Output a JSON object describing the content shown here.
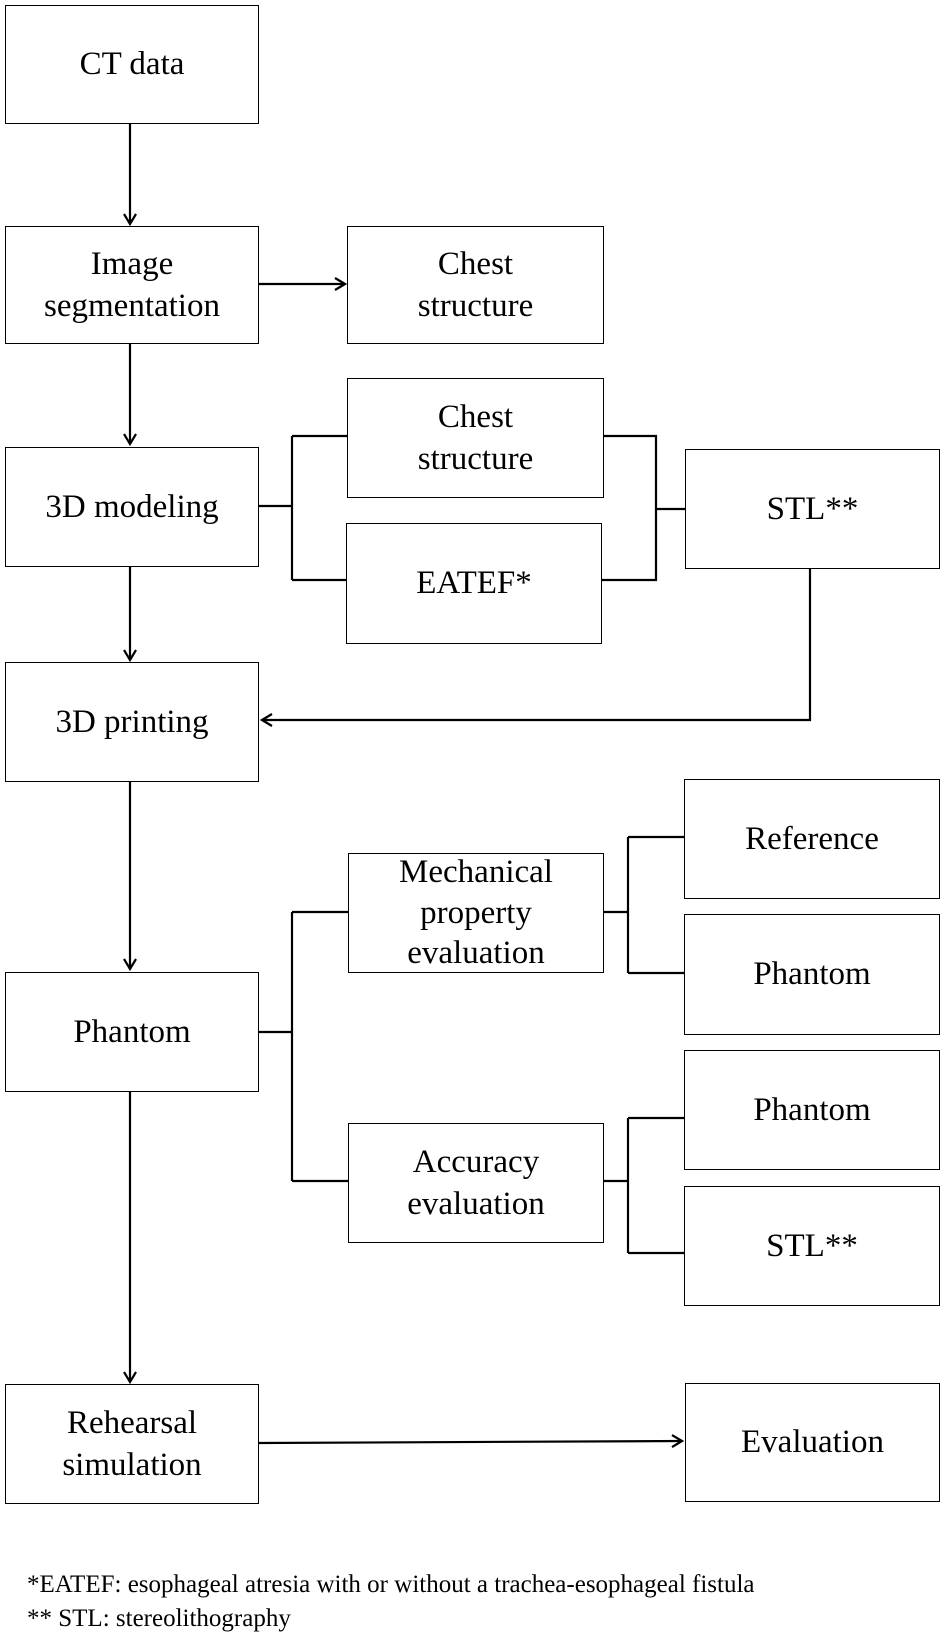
{
  "nodes": {
    "ct_data": "CT data",
    "image_segmentation": "Image\nsegmentation",
    "chest_structure_1": "Chest\nstructure",
    "modeling_3d": "3D modeling",
    "chest_structure_2": "Chest\nstructure",
    "eatef": "EATEF*",
    "stl_1": "STL**",
    "printing_3d": "3D printing",
    "phantom_main": "Phantom",
    "mechanical_eval": "Mechanical\nproperty\nevaluation",
    "reference": "Reference",
    "phantom_mech": "Phantom",
    "accuracy_eval": "Accuracy\nevaluation",
    "phantom_acc": "Phantom",
    "stl_2": "STL**",
    "rehearsal_simulation": "Rehearsal\nsimulation",
    "evaluation": "Evaluation"
  },
  "footnotes": {
    "eatef": "*EATEF:  esophageal  atresia with or without a trachea-esophageal  fistula",
    "stl": "** STL:  stereolithography"
  },
  "colors": {
    "line": "#000000",
    "box_border": "#000000",
    "background": "#ffffff"
  }
}
